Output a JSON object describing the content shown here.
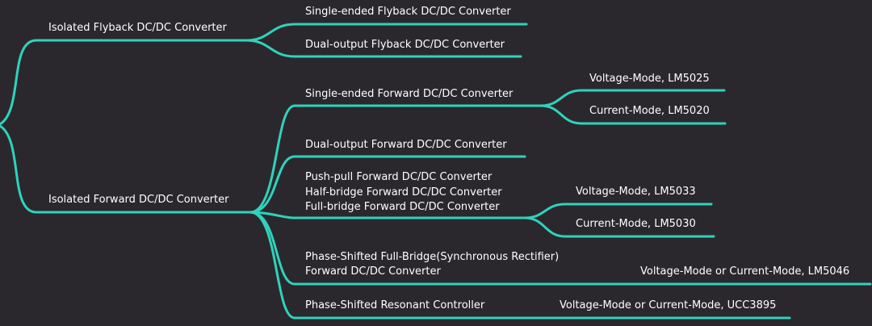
{
  "colors": {
    "background": "#2b282d",
    "branch": "#2ed3bd",
    "text": "#ffffff"
  },
  "branches": {
    "flyback": {
      "label": "Isolated Flyback DC/DC Converter",
      "children": {
        "single_ended": "Single-ended Flyback DC/DC Converter",
        "dual_output": "Dual-output Flyback DC/DC Converter"
      }
    },
    "forward": {
      "label": "Isolated Forward DC/DC Converter",
      "children": {
        "single_ended": {
          "label": "Single-ended Forward DC/DC Converter",
          "leaves": [
            "Voltage-Mode, LM5025",
            "Current-Mode, LM5020"
          ]
        },
        "dual_output": "Dual-output Forward DC/DC Converter",
        "bridge_group": {
          "lines": [
            "Push-pull Forward DC/DC Converter",
            "Half-bridge Forward DC/DC Converter",
            "Full-bridge Forward DC/DC Converter"
          ],
          "leaves": [
            "Voltage-Mode, LM5033",
            "Current-Mode, LM5030"
          ]
        },
        "phase_shifted_full_bridge": {
          "lines": [
            "Phase-Shifted Full-Bridge(Synchronous Rectifier)",
            "Forward DC/DC Converter"
          ],
          "leaf": "Voltage-Mode or Current-Mode, LM5046"
        },
        "phase_shifted_resonant": {
          "label": "Phase-Shifted Resonant Controller",
          "leaf": "Voltage-Mode or Current-Mode, UCC3895"
        }
      }
    }
  }
}
